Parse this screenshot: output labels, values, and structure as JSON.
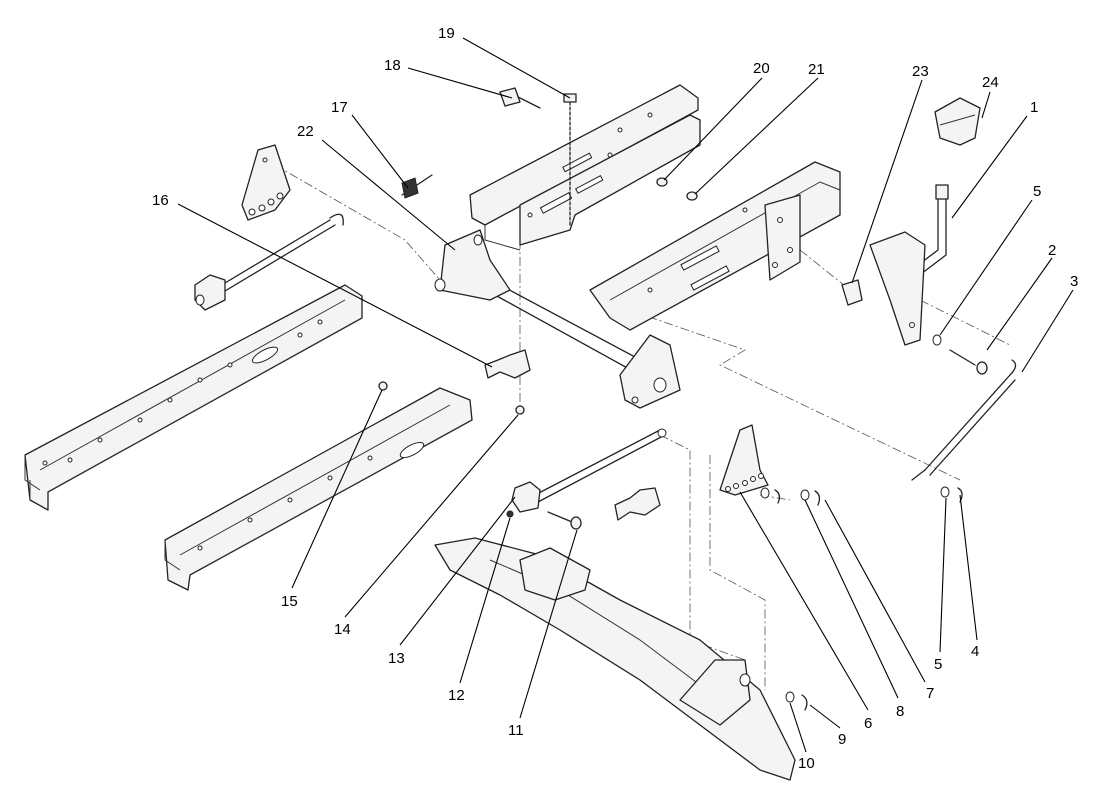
{
  "callouts": [
    "1",
    "2",
    "3",
    "4",
    "5",
    "6",
    "7",
    "8",
    "9",
    "10",
    "11",
    "12",
    "13",
    "14",
    "15",
    "16",
    "17",
    "18",
    "19",
    "20",
    "21",
    "22",
    "23",
    "24"
  ],
  "callout_5b": "5"
}
